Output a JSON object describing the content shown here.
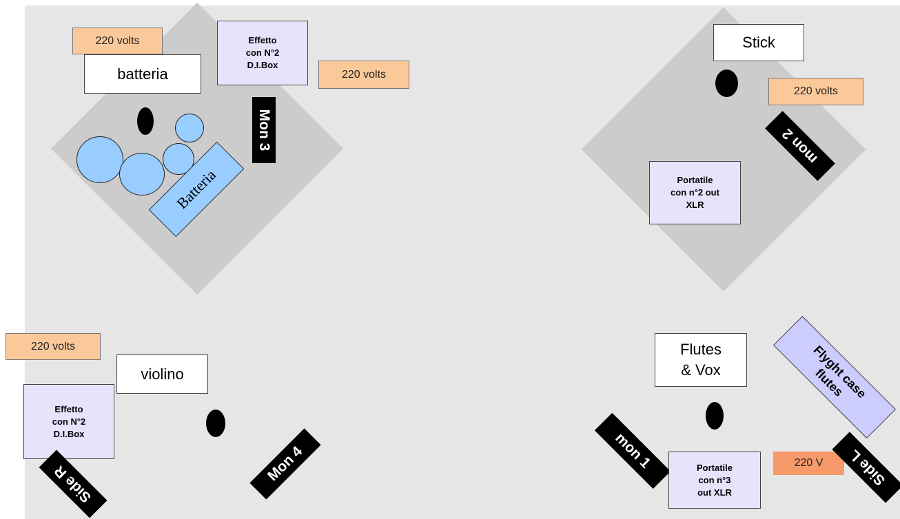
{
  "stage_plot": {
    "drums_area": {
      "volts_1": "220 volts",
      "batteria_label": "batteria",
      "effect_box": "Effetto\ncon N°2\nD.I.Box",
      "volts_2": "220 volts",
      "monitor": "Mon 3",
      "kit_label": "Batteria"
    },
    "stick_area": {
      "stick_label": "Stick",
      "volts": "220 volts",
      "monitor": "mon 2",
      "laptop": "Portatile\ncon n°2 out\nXLR"
    },
    "violin_area": {
      "volts": "220 volts",
      "violino_label": "violino",
      "effect_box": "Effetto\ncon N°2\nD.I.Box",
      "side_monitor": "Side R",
      "monitor": "Mon 4"
    },
    "flutes_area": {
      "flutes_label": "Flutes\n& Vox",
      "flyght_case": "Flyght case\nflutes",
      "monitor": "mon 1",
      "laptop": "Portatile\ncon n°3\nout XLR",
      "volts": "220 V",
      "side_monitor": "Side L"
    }
  },
  "colors": {
    "stage_bg": "#e6e6e6",
    "riser": "#cccccc",
    "drum": "#99ccff",
    "info_box": "#e5e4fb",
    "power": "#fbc999",
    "power_alt": "#f79a6a",
    "monitor": "#000000"
  }
}
